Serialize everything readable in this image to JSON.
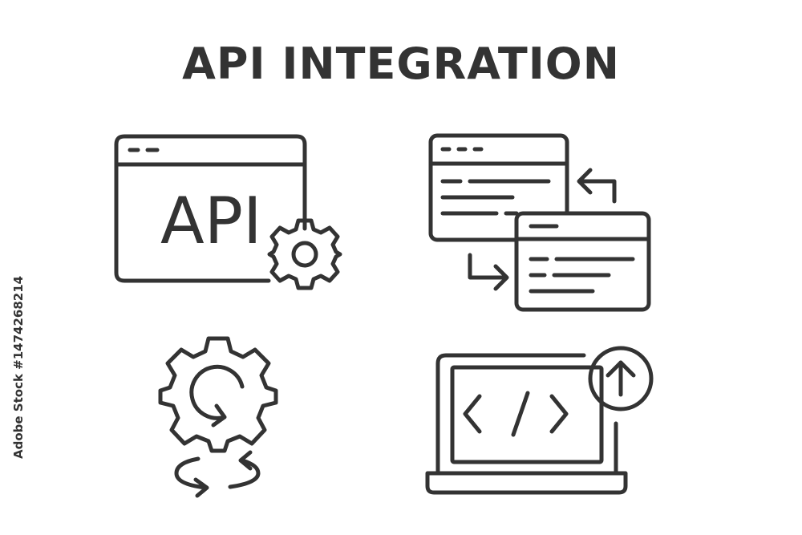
{
  "title": "API INTEGRATION",
  "stock": {
    "brand": "Adobe Stock",
    "id": "#1474268214"
  },
  "icons": {
    "api_window": {
      "text": "API",
      "icon": "api-window-gear-icon"
    },
    "data_exchange": {
      "icon": "window-exchange-arrows-icon"
    },
    "gear_refresh": {
      "icon": "gear-sync-arrows-icon"
    },
    "laptop_code": {
      "text": "</>",
      "icon": "laptop-code-upload-icon"
    }
  },
  "colors": {
    "stroke": "#333333",
    "background": "#ffffff"
  }
}
